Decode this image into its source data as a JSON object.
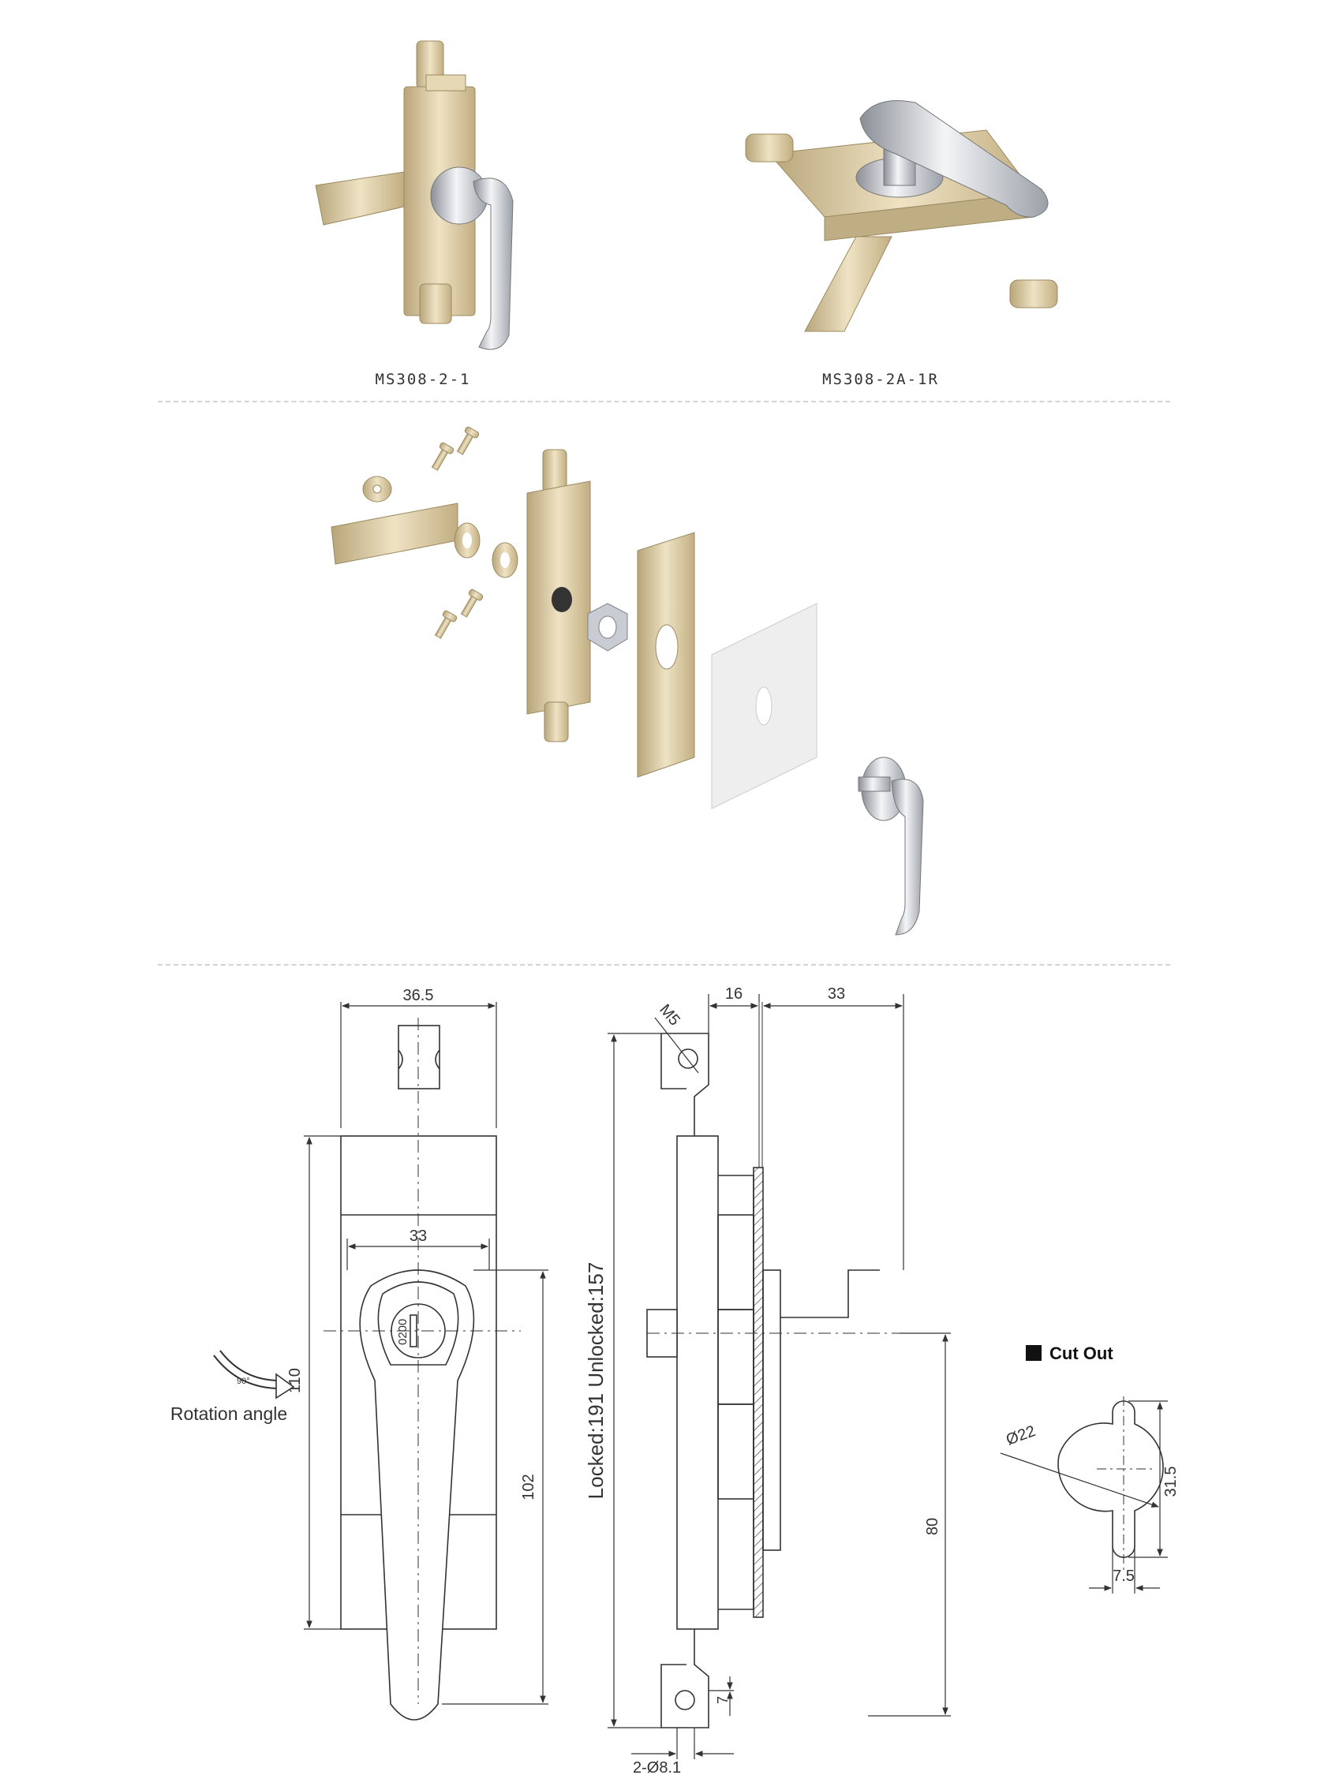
{
  "products": {
    "left_caption": "MS308-2-1",
    "right_caption": "MS308-2A-1R"
  },
  "drawing": {
    "front": {
      "top_width": "36.5",
      "handle_width": "33",
      "body_height": "110",
      "handle_length": "102",
      "key_code": "0200"
    },
    "rotation": {
      "angle": "90°",
      "label": "Rotation angle"
    },
    "side": {
      "thread": "M5",
      "dim_16": "16",
      "dim_33": "33",
      "length_label": "Locked:191  Unlocked:157",
      "handle_height": "80",
      "hole_offset": "7",
      "holes": "2-Ø8.1"
    },
    "cutout": {
      "title": "Cut Out",
      "diameter": "Ø22",
      "height": "31.5",
      "slot_width": "7.5"
    }
  },
  "colors": {
    "brass": "#d9c9a3",
    "brass_dark": "#a8946a",
    "chrome": "#c9ccd2",
    "chrome_dark": "#7d828a",
    "line": "#333333"
  }
}
